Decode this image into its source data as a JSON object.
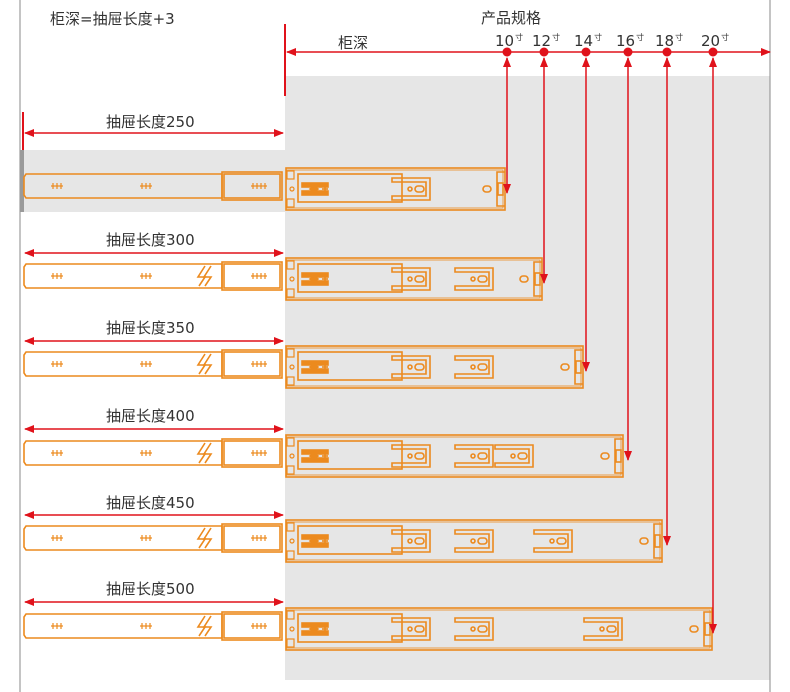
{
  "formula": "柜深=抽屉长度+3",
  "cabinet_depth_label": "柜深",
  "spec_header": "产品规格",
  "unit": "寸",
  "colors": {
    "rail": "#ec8a1e",
    "arrow": "#e0121b",
    "gray_bg": "#e6e6e6",
    "text": "#333333",
    "border": "#8a8a8a"
  },
  "specs": [
    {
      "size": "10",
      "drawer_label": "抽屉长度250",
      "drawer_length_mm": 250,
      "middle_slots": 0,
      "has_break": false
    },
    {
      "size": "12",
      "drawer_label": "抽屉长度300",
      "drawer_length_mm": 300,
      "middle_slots": 1,
      "has_break": true
    },
    {
      "size": "14",
      "drawer_label": "抽屉长度350",
      "drawer_length_mm": 350,
      "middle_slots": 1,
      "has_break": true
    },
    {
      "size": "16",
      "drawer_label": "抽屉长度400",
      "drawer_length_mm": 400,
      "middle_slots": 2,
      "has_break": true
    },
    {
      "size": "18",
      "drawer_label": "抽屉长度450",
      "drawer_length_mm": 450,
      "middle_slots": 2,
      "has_break": true
    },
    {
      "size": "20",
      "drawer_label": "抽屉长度500",
      "drawer_length_mm": 500,
      "middle_slots": 2,
      "has_break": true
    }
  ]
}
